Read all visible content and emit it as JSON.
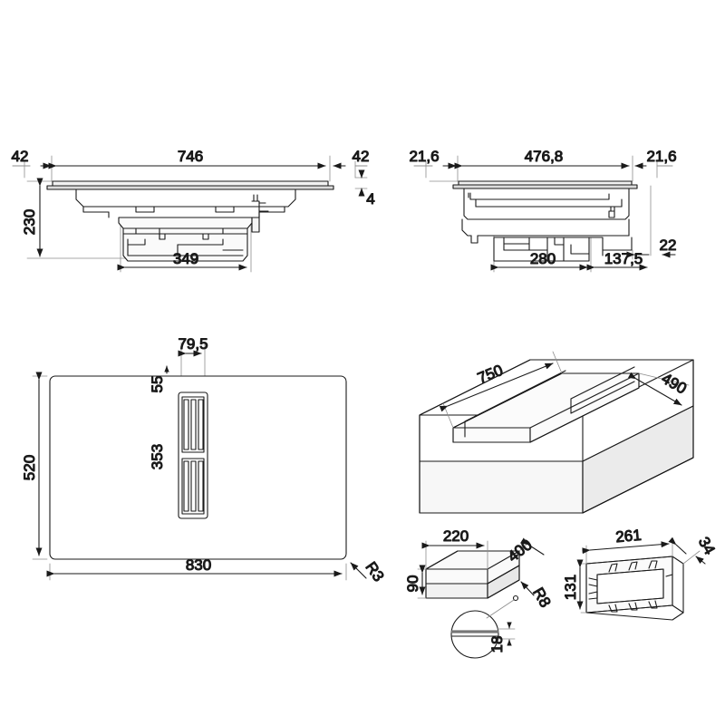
{
  "drawing": {
    "title": "Cooktop with integrated downdraft extractor - installation drawing",
    "background_color": "#ffffff",
    "line_color": "#1a1a1a",
    "thin_line_color": "#999999",
    "units_note": "mm"
  },
  "views": {
    "front_section": {
      "name": "front-section-view",
      "dims": {
        "left_overhang": "42",
        "top_width": "746",
        "right_overhang": "42",
        "glass_thickness": "4",
        "total_height": "230",
        "body_width": "349"
      }
    },
    "side_section": {
      "name": "side-section-view",
      "dims": {
        "left_overhang": "21,6",
        "top_width": "476,8",
        "right_overhang": "21,6",
        "body_width": "280",
        "offset": "137,5",
        "bottom_offset": "22"
      }
    },
    "cutout_plan": {
      "name": "cutout-plan-view",
      "dims": {
        "slot_width": "79,5",
        "top_offset": "55",
        "slot_length": "353",
        "height": "520",
        "width": "830",
        "corner_radius": "R3"
      },
      "grille": {
        "sections": 2,
        "slots_per_section": 3
      }
    },
    "worktop_iso": {
      "name": "worktop-isometric-view",
      "dims": {
        "length": "750",
        "depth": "490"
      }
    },
    "duct_detail": {
      "name": "duct-block-detail-view",
      "dims": {
        "width": "220",
        "depth": "400",
        "height": "90",
        "radius": "R8",
        "thickness": "18"
      }
    },
    "frame_detail": {
      "name": "frame-detail-view",
      "dims": {
        "width": "261",
        "height": "131",
        "depth": "34"
      }
    }
  }
}
